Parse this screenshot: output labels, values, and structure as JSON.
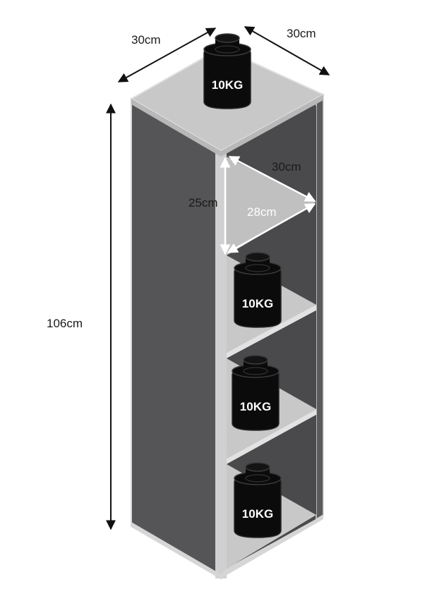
{
  "dimensions": {
    "top_left_width": "30cm",
    "top_right_depth": "30cm",
    "height": "106cm"
  },
  "compartment": {
    "height": "25cm",
    "width": "30cm",
    "depth": "28cm"
  },
  "weights": [
    {
      "label": "10KG"
    },
    {
      "label": "10KG"
    },
    {
      "label": "10KG"
    },
    {
      "label": "10KG"
    }
  ],
  "colors": {
    "body_side": "#555557",
    "body_inner_back": "#4a4a4c",
    "shelf_and_top": "#c8c8c8",
    "edge": "#d6d6d6",
    "weight": "#0b0b0b",
    "arrow": "#111111",
    "inner_arrow": "#ffffff"
  }
}
